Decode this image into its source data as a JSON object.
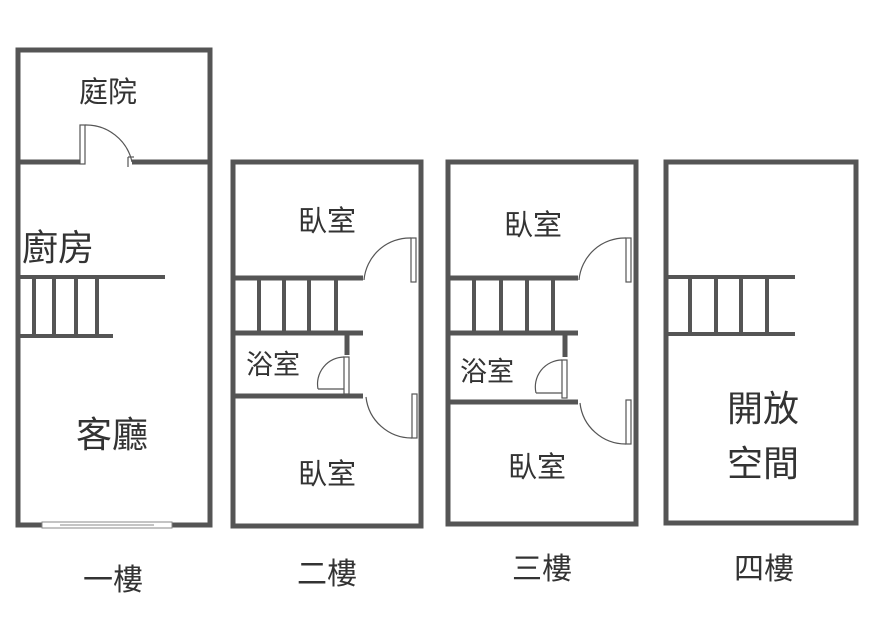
{
  "floors": [
    {
      "name": "一樓",
      "rooms": {
        "courtyard": "庭院",
        "kitchen": "廚房",
        "living_room": "客廳"
      }
    },
    {
      "name": "二樓",
      "rooms": {
        "bedroom_top": "臥室",
        "bathroom": "浴室",
        "bedroom_bottom": "臥室"
      }
    },
    {
      "name": "三樓",
      "rooms": {
        "bedroom_top": "臥室",
        "bathroom": "浴室",
        "bedroom_bottom": "臥室"
      }
    },
    {
      "name": "四樓",
      "rooms": {
        "open_space_line1": "開放",
        "open_space_line2": "空間"
      }
    }
  ]
}
